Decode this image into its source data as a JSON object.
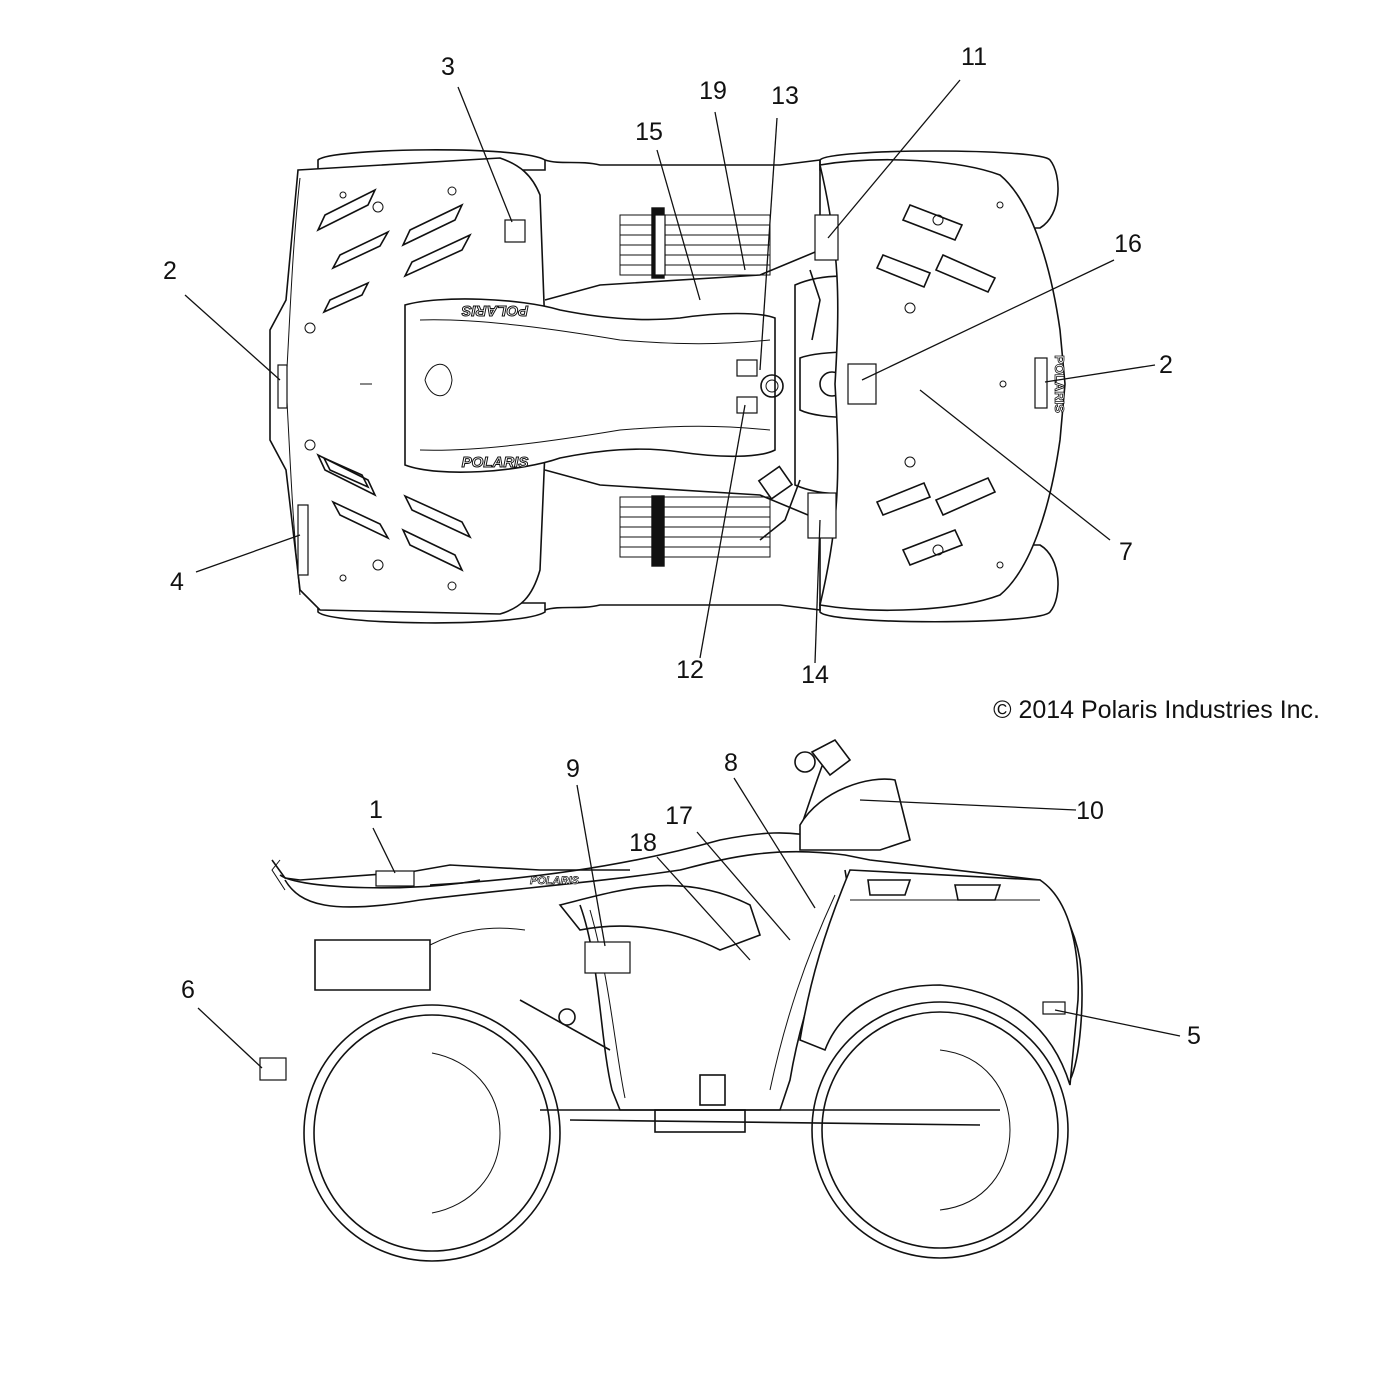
{
  "copyright": "© 2014 Polaris Industries Inc.",
  "top_view": {
    "brand_top": "POLARIS",
    "brand_bottom": "POLARIS",
    "brand_side": "POLARIS"
  },
  "side_view": {
    "brand_side": "POLARIS"
  },
  "callouts": {
    "n1": "1",
    "n2a": "2",
    "n2b": "2",
    "n3": "3",
    "n4": "4",
    "n5": "5",
    "n6": "6",
    "n7": "7",
    "n8": "8",
    "n9": "9",
    "n10": "10",
    "n11": "11",
    "n12": "12",
    "n13": "13",
    "n14": "14",
    "n15": "15",
    "n16": "16",
    "n17": "17",
    "n18": "18",
    "n19": "19"
  }
}
